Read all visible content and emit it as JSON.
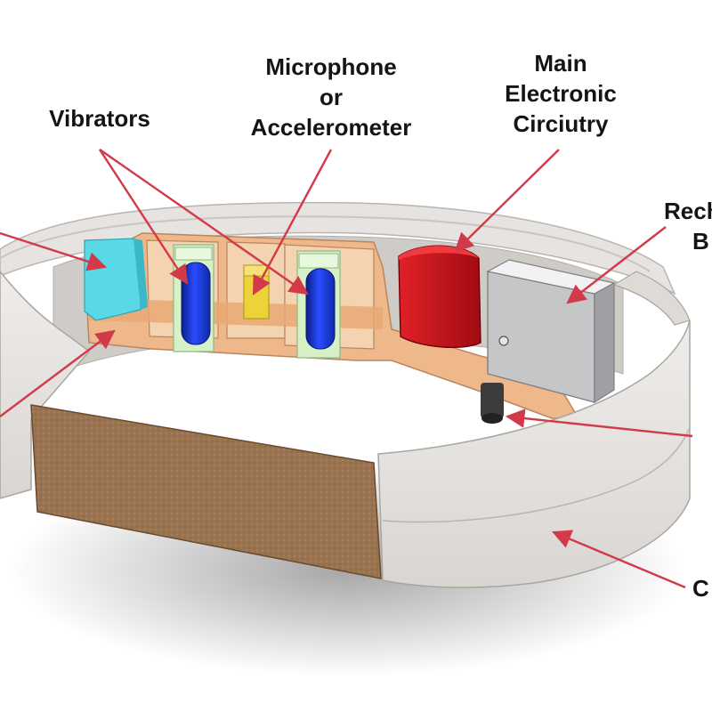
{
  "labels": {
    "vibrators": "Vibrators",
    "microphone_l1": "Microphone",
    "microphone_l2": "or",
    "microphone_l3": "Accelerometer",
    "main_l1": "Main",
    "main_l2": "Electronic",
    "main_l3": "Circiutry",
    "rech_l1": "Rech",
    "rech_l2": "B",
    "c_label": "C"
  },
  "colors": {
    "band_shell": "#e3e0dd",
    "band_inner": "#d3d0cc",
    "frame": "#eeb88a",
    "vibrator": "#1536d6",
    "vibrator_holder": "#d6f0c8",
    "microphone": "#ecd33a",
    "cyan_part": "#5ad8e6",
    "main_circuitry": "#c8101a",
    "battery": "#c5c6c8",
    "pad": "#9a7350",
    "arrow": "#d23a4a",
    "connector": "#3c3c3c"
  }
}
